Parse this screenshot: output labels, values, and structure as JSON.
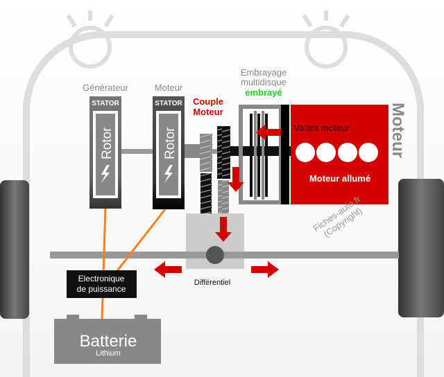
{
  "labels": {
    "generator": "Générateur",
    "motor": "Moteur",
    "stator": "STATOR",
    "rotor": "Rotor",
    "torque_line1": "Couple",
    "torque_line2": "Moteur",
    "clutch_line1": "Embrayage",
    "clutch_line2": "multidisque",
    "clutch_state": "embrayé",
    "flywheel": "Volant moteur",
    "engine_state": "Moteur allumé",
    "engine": "Moteur",
    "differential": "Différentiel",
    "electronics_line1": "Electronique",
    "electronics_line2": "de puissance",
    "battery": "Batterie",
    "battery_type": "Lithium",
    "watermark_line1": "Fiches-auto.fr",
    "watermark_line2": "(Copyright)"
  },
  "colors": {
    "engine": "#d40000",
    "arrow": "#d40000",
    "torque_text": "#d40000",
    "clutch_state": "#22cc22",
    "wire": "#ff7f1f",
    "body_outline": "#dddddd"
  }
}
